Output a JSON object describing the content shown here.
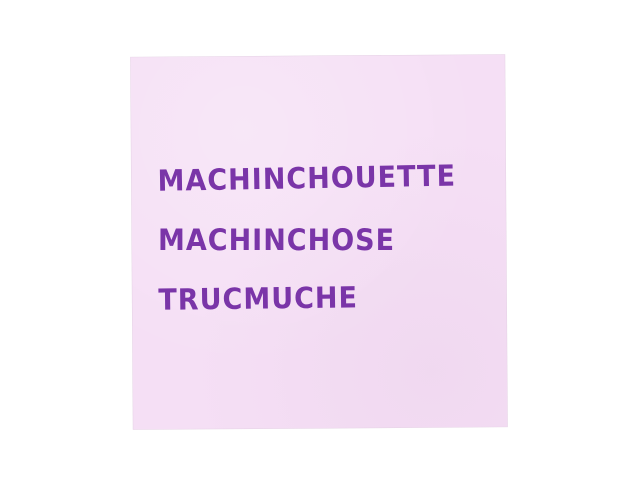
{
  "note": {
    "color": "#f5dff5",
    "ink_color": "#7a35a8",
    "lines": [
      "MACHINCHOUETTE",
      "MACHINCHOSE",
      "TRUCMUCHE"
    ]
  }
}
